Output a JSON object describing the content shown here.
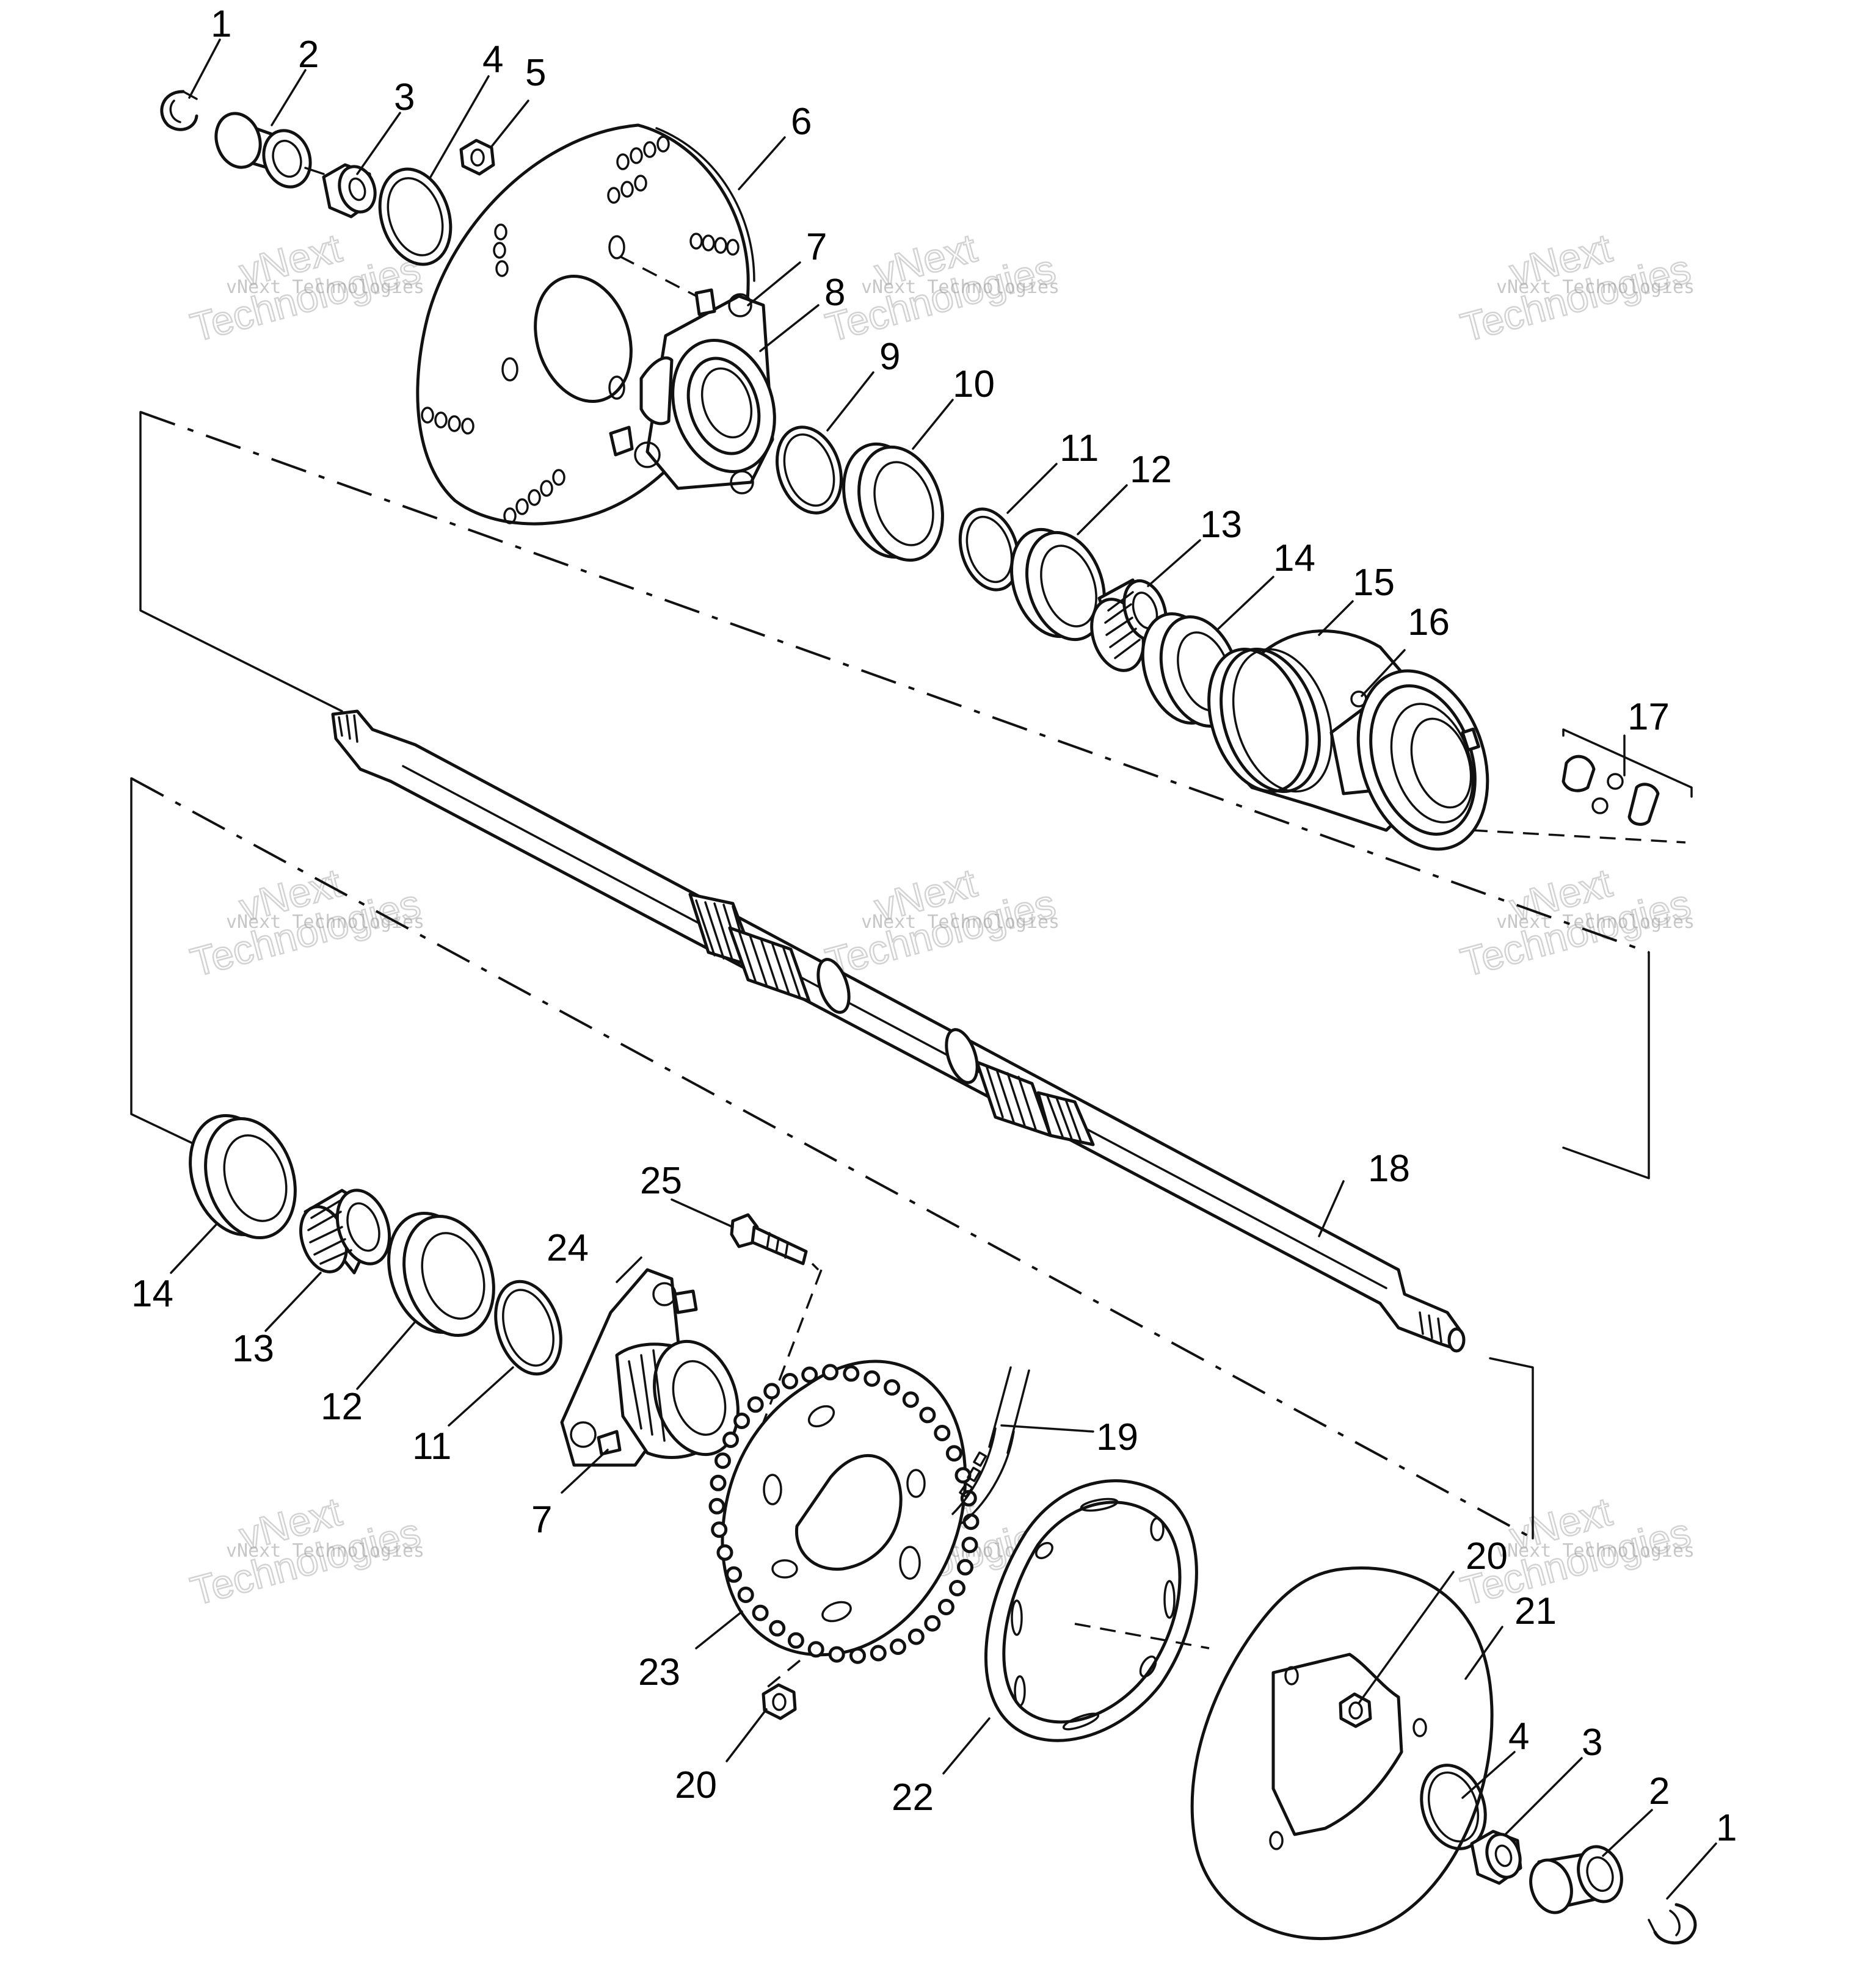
{
  "watermark": {
    "brand_line1": "vNext",
    "brand_line2": "Technologies",
    "small": "vNext Technologies"
  },
  "callouts": {
    "c1_top": "1",
    "c2_top": "2",
    "c3_top": "3",
    "c4_top": "4",
    "c5": "5",
    "c6": "6",
    "c7_top": "7",
    "c8": "8",
    "c9": "9",
    "c10": "10",
    "c11_top": "11",
    "c12_top": "12",
    "c13_top": "13",
    "c14_top": "14",
    "c15": "15",
    "c16": "16",
    "c17": "17",
    "c18": "18",
    "c14_bot": "14",
    "c13_bot": "13",
    "c12_bot": "12",
    "c11_bot": "11",
    "c25": "25",
    "c24": "24",
    "c7_bot": "7",
    "c19": "19",
    "c23": "23",
    "c20_bot": "20",
    "c22": "22",
    "c20_right": "20",
    "c21": "21",
    "c4_bot": "4",
    "c3_bot": "3",
    "c2_bot": "2",
    "c1_bot": "1"
  }
}
